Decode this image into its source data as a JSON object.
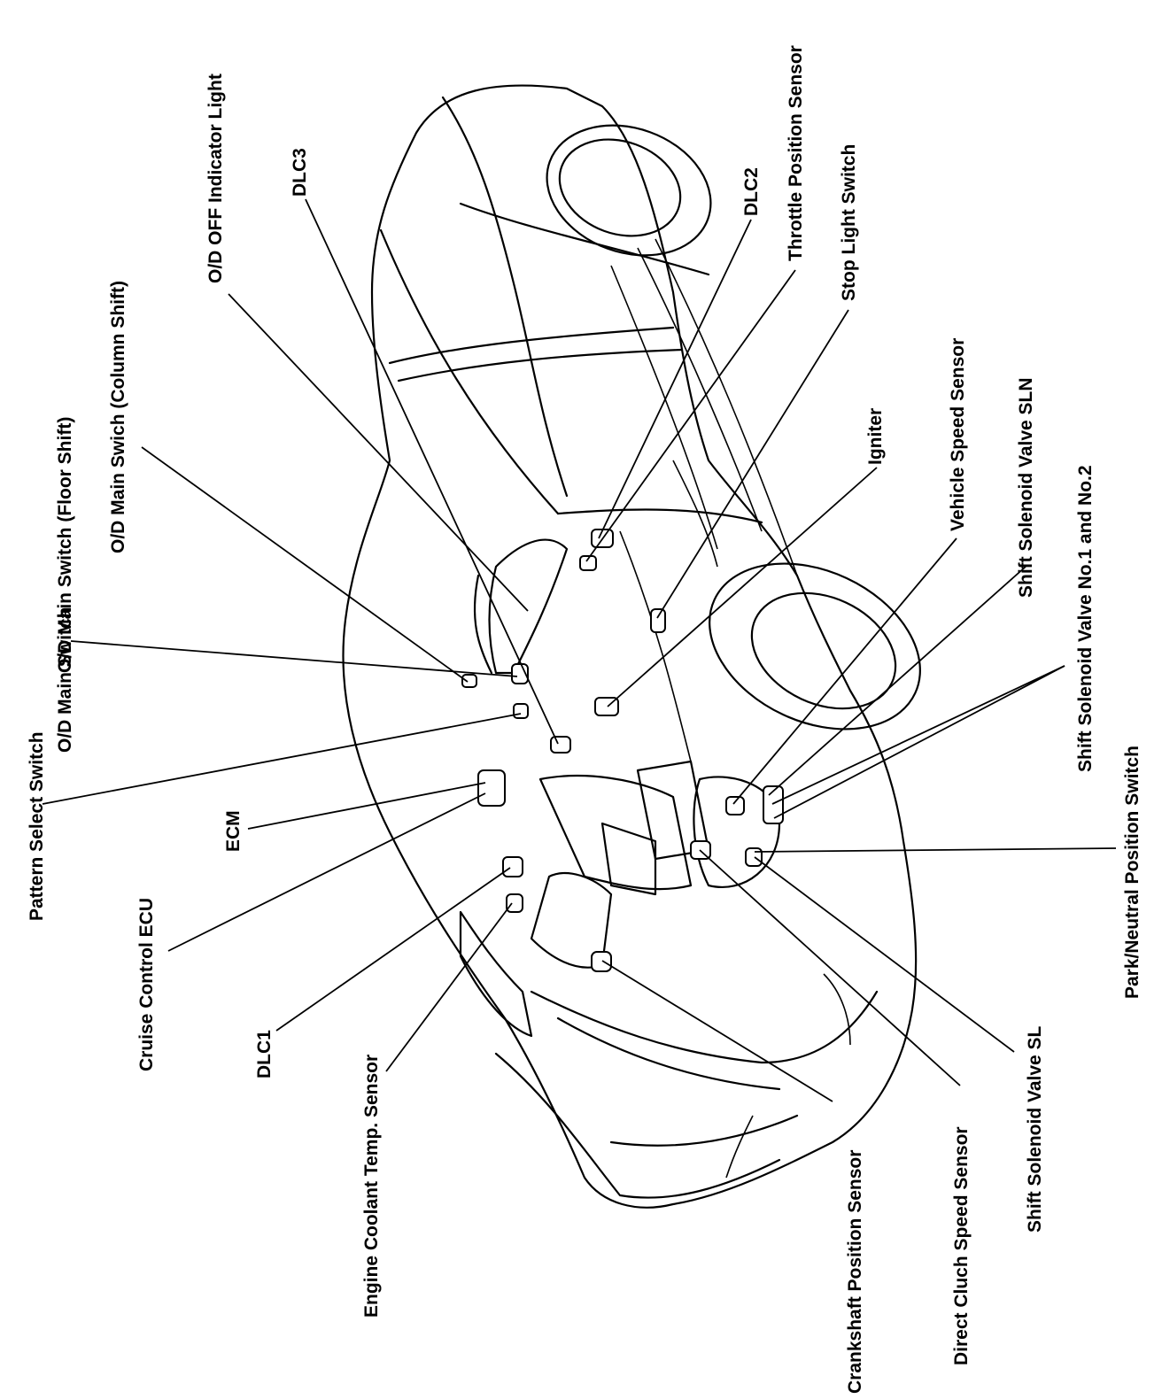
{
  "labels": {
    "pattern_select_switch": "Pattern Select Switch",
    "od_main_switch": "O/D Main Switch",
    "od_main_switch_floor": "O/D Main Switch (Floor Shift)",
    "od_main_switch_column": "O/D Main Swich (Column Shift)",
    "od_off_indicator_light": "O/D OFF Indicator Light",
    "dlc3": "DLC3",
    "dlc2": "DLC2",
    "throttle_position_sensor": "Throttle Position Sensor",
    "stop_light_switch": "Stop Light Switch",
    "igniter": "Igniter",
    "vehicle_speed_sensor": "Vehicle Speed Sensor",
    "shift_solenoid_valve_sln": "Shift Solenoid Valve SLN",
    "shift_solenoid_valve_no1_no2": "Shift Solenoid Valve No.1 and No.2",
    "park_neutral_position_switch": "Park/Neutral Position Switch",
    "ecm": "ECM",
    "cruise_control_ecu": "Cruise Control ECU",
    "dlc1": "DLC1",
    "engine_coolant_temp_sensor": "Engine Coolant Temp. Sensor",
    "crankshaft_position_sensor": "Crankshaft Position Sensor",
    "direct_clutch_speed_sensor": "Direct Cluch Speed Sensor",
    "shift_solenoid_valve_sl": "Shift Solenoid Valve SL"
  }
}
